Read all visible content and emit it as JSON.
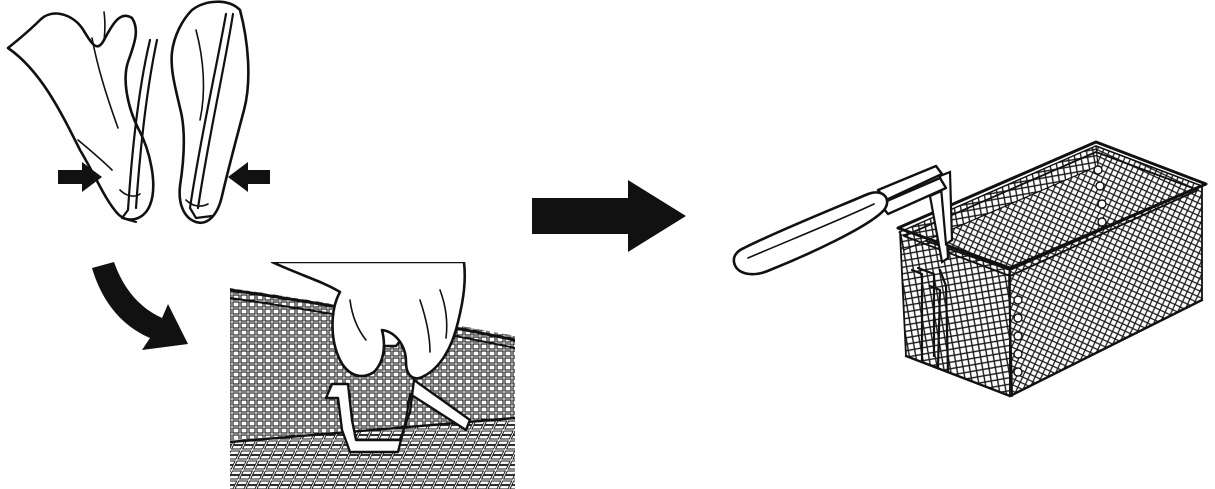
{
  "figure": {
    "steps": [
      {
        "name": "squeeze-handle-wires",
        "icon": "hands-pinching-handle"
      },
      {
        "name": "hook-handle-into-basket",
        "icon": "handle-clip-on-mesh"
      },
      {
        "name": "assembled-fryer-basket",
        "icon": "basket-with-handle"
      }
    ],
    "colors": {
      "ink": "#111111",
      "background": "#ffffff"
    }
  }
}
